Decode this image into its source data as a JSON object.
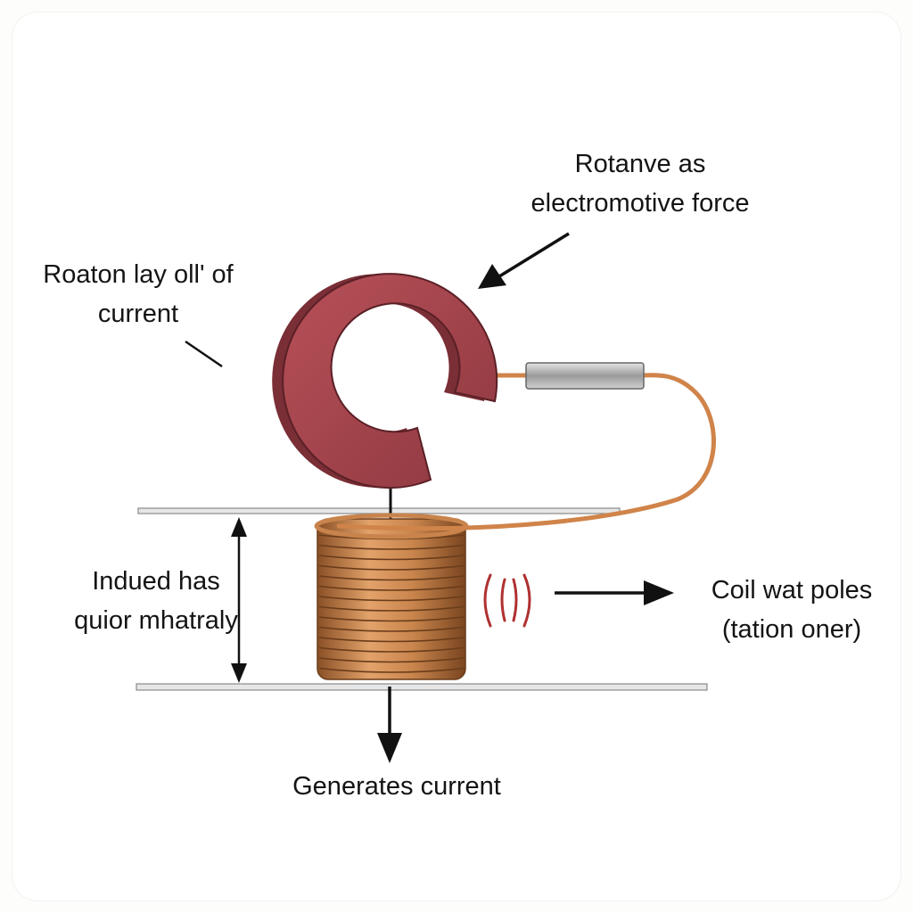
{
  "labels": {
    "top": [
      "Rotanve as",
      "electromotive force"
    ],
    "left_top": [
      "Roaton lay oll' of",
      "current"
    ],
    "left_mid": [
      "Indued has",
      "quior mhatraly"
    ],
    "right": [
      "Coil wat poles",
      "(tation oner)"
    ],
    "bottom": "Generates current"
  },
  "colors": {
    "magnet": "#a8444c",
    "magnet_dark": "#6e2a30",
    "coil": "#c8844c",
    "coil_dark": "#7a4a24",
    "wire": "#d0844a",
    "connector": "#b8b8b8",
    "rail": "#888888",
    "arrow": "#111111",
    "wave": "#b03030"
  }
}
